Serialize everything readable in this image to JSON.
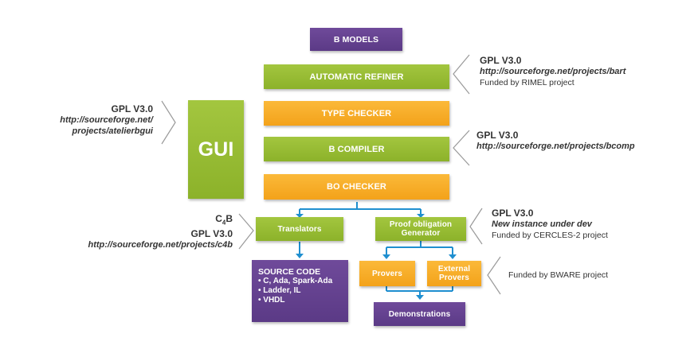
{
  "boxes": {
    "b_models": "B MODELS",
    "automatic_refiner": "AUTOMATIC REFINER",
    "type_checker": "TYPE CHECKER",
    "b_compiler": "B COMPILER",
    "bo_checker": "BO CHECKER",
    "gui": "GUI",
    "translators": "Translators",
    "proof_obligation_generator": [
      "Proof obligation",
      "Generator"
    ],
    "provers": "Provers",
    "external_provers": [
      "External",
      "Provers"
    ],
    "demonstrations": "Demonstrations",
    "source_code": {
      "title": "SOURCE CODE",
      "items": [
        "C, Ada, Spark-Ada",
        "Ladder, IL",
        "VHDL"
      ]
    }
  },
  "notes": {
    "refiner": {
      "license": "GPL V3.0",
      "url": "http://sourceforge.net/projects/bart",
      "funding": "Funded by RIMEL project"
    },
    "gui": {
      "license": "GPL V3.0",
      "url_line1": "http://sourceforge.net/",
      "url_line2": "projects/atelierbgui"
    },
    "bcomp": {
      "license": "GPL V3.0",
      "url": "http://sourceforge.net/projects/bcomp"
    },
    "c4b": {
      "name_main": "C",
      "name_sub": "4",
      "name_tail": "B",
      "license": "GPL V3.0",
      "url": "http://sourceforge.net/projects/c4b"
    },
    "pog": {
      "license": "GPL V3.0",
      "status": "New instance under dev",
      "funding": "Funded by CERCLES-2 project"
    },
    "provers": {
      "funding": "Funded by BWARE project"
    }
  },
  "colors": {
    "green": "#99bd36",
    "orange": "#f7ad27",
    "purple": "#5f3f8c",
    "arrow_blue": "#1f8fd0",
    "bracket_gray": "#999999"
  }
}
